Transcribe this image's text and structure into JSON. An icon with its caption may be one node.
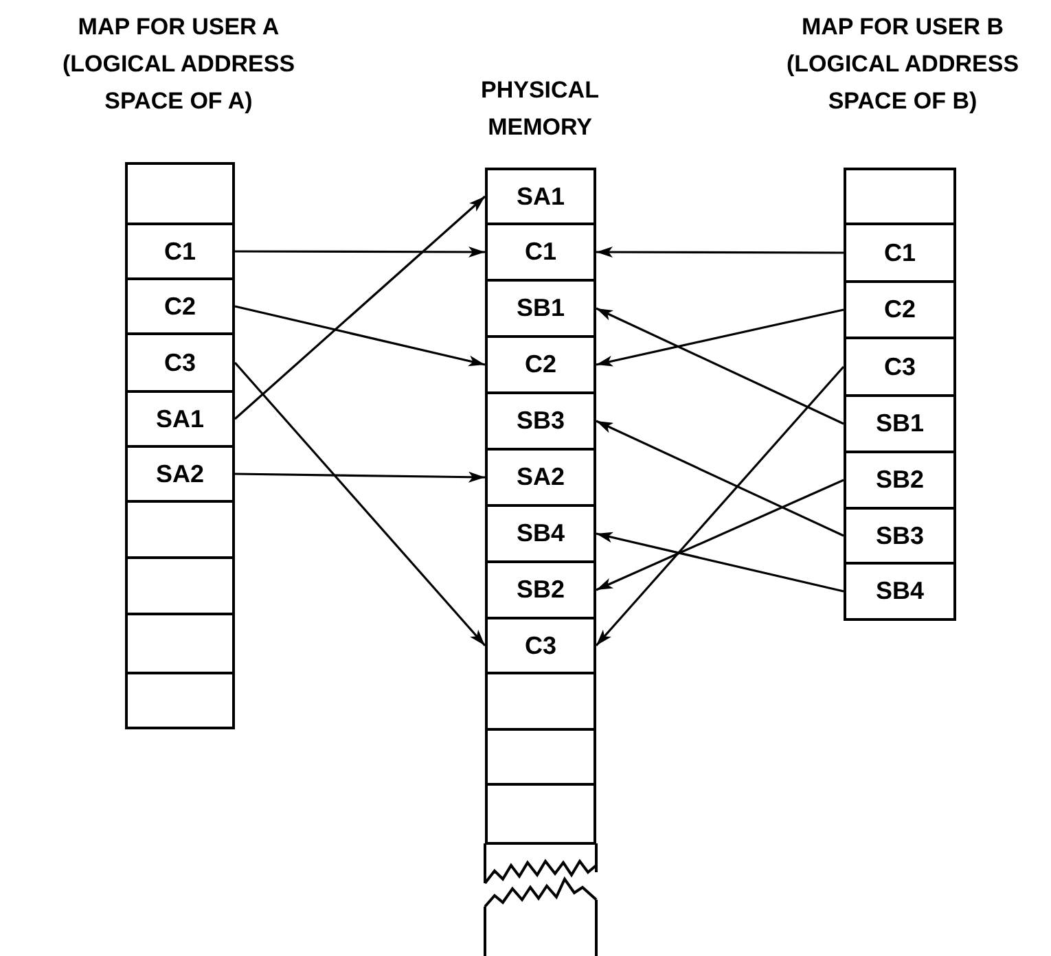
{
  "diagram": {
    "nodes": [
      {
        "text": [
          "MAP FOR USER A (LOGICAL ADDRESS SPACE OF A)"
        ]
      },
      {
        "text": [],
        "shape": "box",
        "in": 0
      },
      {
        "text": [
          "C1"
        ],
        "in": 0
      },
      {
        "text": [
          "C2"
        ],
        "in": 0
      },
      {
        "text": [
          "C3"
        ],
        "in": 0
      },
      {
        "text": [
          "SA1"
        ],
        "in": 0
      },
      {
        "text": [
          "SA2"
        ],
        "in": 0
      },
      {
        "text": [],
        "shape": "box",
        "in": 0
      },
      {
        "text": [],
        "shape": "box",
        "in": 0
      },
      {
        "text": [],
        "shape": "box",
        "in": 0
      },
      {
        "text": [],
        "shape": "box",
        "in": 0
      },
      {
        "text": [
          "PHYSICAL MEMORY"
        ]
      },
      {
        "text": [
          "SA1"
        ],
        "in": 11
      },
      {
        "text": [
          "C1"
        ],
        "in": 11
      },
      {
        "text": [
          "SB1"
        ],
        "in": 11
      },
      {
        "text": [
          "C2"
        ],
        "in": 11
      },
      {
        "text": [
          "SB3"
        ],
        "in": 11
      },
      {
        "text": [
          "SA2"
        ],
        "in": 11
      },
      {
        "text": [
          "SB4"
        ],
        "in": 11
      },
      {
        "text": [
          "SB2"
        ],
        "in": 11
      },
      {
        "text": [
          "C3"
        ],
        "in": 11
      },
      {
        "text": [],
        "shape": "box",
        "in": 11
      },
      {
        "text": [],
        "shape": "box",
        "in": 11
      },
      {
        "text": [],
        "shape": "box",
        "in": 11
      },
      {
        "text": [
          "MAP FOR USER B (LOGICAL ADDRESS SPACE OF B)"
        ]
      },
      {
        "text": [],
        "shape": "box",
        "in": 24
      },
      {
        "text": [
          "C1"
        ],
        "in": 24
      },
      {
        "text": [
          "C2"
        ],
        "in": 24
      },
      {
        "text": [
          "C3"
        ],
        "in": 24
      },
      {
        "text": [
          "SB1"
        ],
        "in": 24
      },
      {
        "text": [
          "SB2"
        ],
        "in": 24
      },
      {
        "text": [
          "SB3"
        ],
        "in": 24
      },
      {
        "text": [
          "SB4"
        ],
        "in": 24
      }
    ],
    "edges": [
      {
        "from": 2,
        "to": 13,
        "arrow": "to"
      },
      {
        "from": 3,
        "to": 15,
        "arrow": "to"
      },
      {
        "from": 4,
        "to": 20,
        "arrow": "to"
      },
      {
        "from": 5,
        "to": 12,
        "arrow": "to"
      },
      {
        "from": 6,
        "to": 17,
        "arrow": "to"
      },
      {
        "from": 26,
        "to": 13,
        "arrow": "to"
      },
      {
        "from": 27,
        "to": 15,
        "arrow": "to"
      },
      {
        "from": 28,
        "to": 20,
        "arrow": "to"
      },
      {
        "from": 29,
        "to": 14,
        "arrow": "to"
      },
      {
        "from": 30,
        "to": 19,
        "arrow": "to"
      },
      {
        "from": 31,
        "to": 16,
        "arrow": "to"
      },
      {
        "from": 32,
        "to": 18,
        "arrow": "to"
      }
    ]
  }
}
